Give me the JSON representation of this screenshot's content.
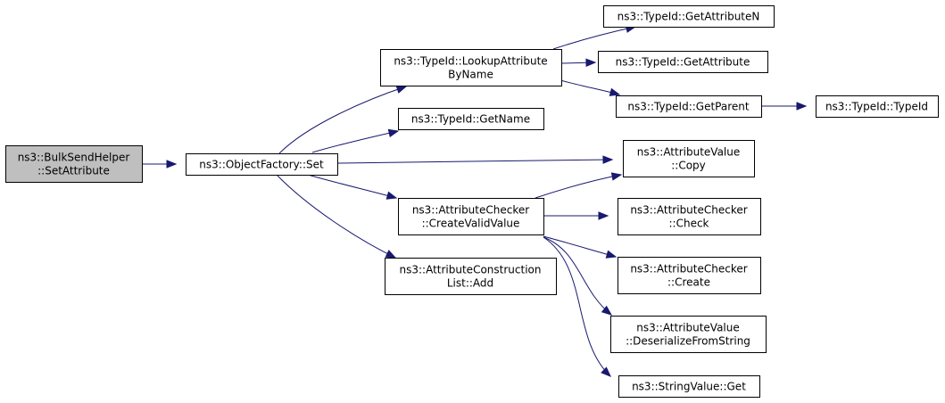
{
  "diagram": {
    "colors": {
      "edge": "#191970",
      "root_fill": "#bfbfbf",
      "node_fill": "#ffffff",
      "node_border": "#000000"
    },
    "nodes": [
      {
        "id": "bulksend",
        "lines": [
          "ns3::BulkSendHelper",
          "::SetAttribute"
        ],
        "root": true
      },
      {
        "id": "objfactory_set",
        "lines": [
          "ns3::ObjectFactory::Set"
        ]
      },
      {
        "id": "lookup",
        "lines": [
          "ns3::TypeId::LookupAttribute",
          "ByName"
        ]
      },
      {
        "id": "getname",
        "lines": [
          "ns3::TypeId::GetName"
        ]
      },
      {
        "id": "createvalid",
        "lines": [
          "ns3::AttributeChecker",
          "::CreateValidValue"
        ]
      },
      {
        "id": "construction_add",
        "lines": [
          "ns3::AttributeConstruction",
          "List::Add"
        ]
      },
      {
        "id": "getattrn",
        "lines": [
          "ns3::TypeId::GetAttributeN"
        ]
      },
      {
        "id": "getattr",
        "lines": [
          "ns3::TypeId::GetAttribute"
        ]
      },
      {
        "id": "getparent",
        "lines": [
          "ns3::TypeId::GetParent"
        ]
      },
      {
        "id": "typeid_ctor",
        "lines": [
          "ns3::TypeId::TypeId"
        ]
      },
      {
        "id": "attrvalue_copy",
        "lines": [
          "ns3::AttributeValue",
          "::Copy"
        ]
      },
      {
        "id": "checker_check",
        "lines": [
          "ns3::AttributeChecker",
          "::Check"
        ]
      },
      {
        "id": "checker_create",
        "lines": [
          "ns3::AttributeChecker",
          "::Create"
        ]
      },
      {
        "id": "deserialize",
        "lines": [
          "ns3::AttributeValue",
          "::DeserializeFromString"
        ]
      },
      {
        "id": "stringvalue_get",
        "lines": [
          "ns3::StringValue::Get"
        ]
      }
    ],
    "edges": [
      {
        "from": "bulksend",
        "to": "objfactory_set"
      },
      {
        "from": "objfactory_set",
        "to": "lookup"
      },
      {
        "from": "objfactory_set",
        "to": "getname"
      },
      {
        "from": "objfactory_set",
        "to": "attrvalue_copy"
      },
      {
        "from": "objfactory_set",
        "to": "createvalid"
      },
      {
        "from": "objfactory_set",
        "to": "construction_add"
      },
      {
        "from": "lookup",
        "to": "getattrn"
      },
      {
        "from": "lookup",
        "to": "getattr"
      },
      {
        "from": "lookup",
        "to": "getparent"
      },
      {
        "from": "getparent",
        "to": "typeid_ctor"
      },
      {
        "from": "createvalid",
        "to": "attrvalue_copy"
      },
      {
        "from": "createvalid",
        "to": "checker_check"
      },
      {
        "from": "createvalid",
        "to": "checker_create"
      },
      {
        "from": "createvalid",
        "to": "deserialize"
      },
      {
        "from": "createvalid",
        "to": "stringvalue_get"
      }
    ]
  }
}
